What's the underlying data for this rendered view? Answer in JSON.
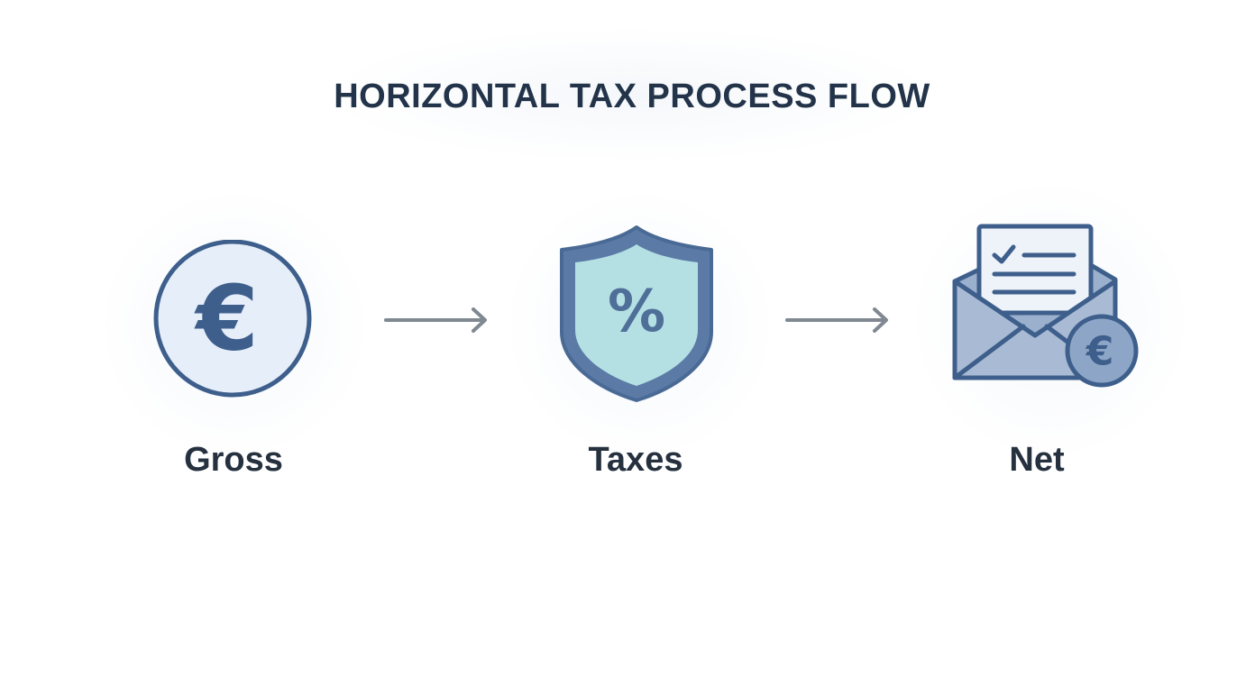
{
  "title": "HORIZONTAL TAX PROCESS FLOW",
  "steps": [
    {
      "label": "Gross",
      "icon": "euro-coin-icon"
    },
    {
      "label": "Taxes",
      "icon": "percent-shield-icon"
    },
    {
      "label": "Net",
      "icon": "envelope-euro-icon"
    }
  ],
  "icon_glyphs": {
    "euro": "€",
    "percent": "%"
  },
  "colors": {
    "primary": "#3e5f8c",
    "coin_fill": "#e6eef9",
    "shield_fill": "#b4e0e3",
    "envelope_fill": "#9bb0cc",
    "letter_fill": "#eef3fa",
    "arrow": "#808891",
    "text": "#26313f"
  }
}
